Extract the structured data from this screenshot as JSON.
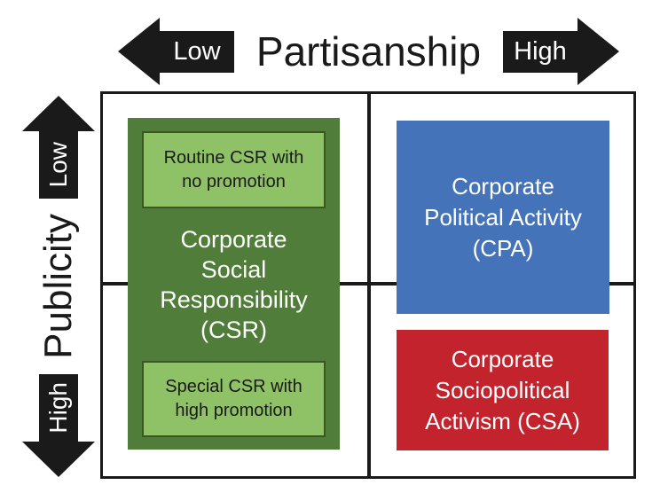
{
  "figure": {
    "type": "2x2-matrix-diagram",
    "x_axis": {
      "label": "Partisanship",
      "left_label": "Low",
      "right_label": "High"
    },
    "y_axis": {
      "label": "Publicity",
      "top_label": "Low",
      "bottom_label": "High"
    },
    "quadrants": {
      "csr": {
        "title": "Corporate\nSocial\nResponsibility\n(CSR)",
        "top_note": "Routine CSR with\nno promotion",
        "bottom_note": "Special CSR with\nhigh promotion"
      },
      "cpa": {
        "title": "Corporate\nPolitical Activity\n(CPA)"
      },
      "csa": {
        "title": "Corporate\nSociopolitical\nActivism (CSA)"
      }
    },
    "colors": {
      "csr_fill": "#507d3a",
      "csr_note_fill": "#8fc266",
      "csr_note_border": "#385723",
      "cpa_fill": "#4573b9",
      "csa_fill": "#c2232d",
      "axis_black": "#1a1a1a",
      "background": "#ffffff"
    }
  }
}
